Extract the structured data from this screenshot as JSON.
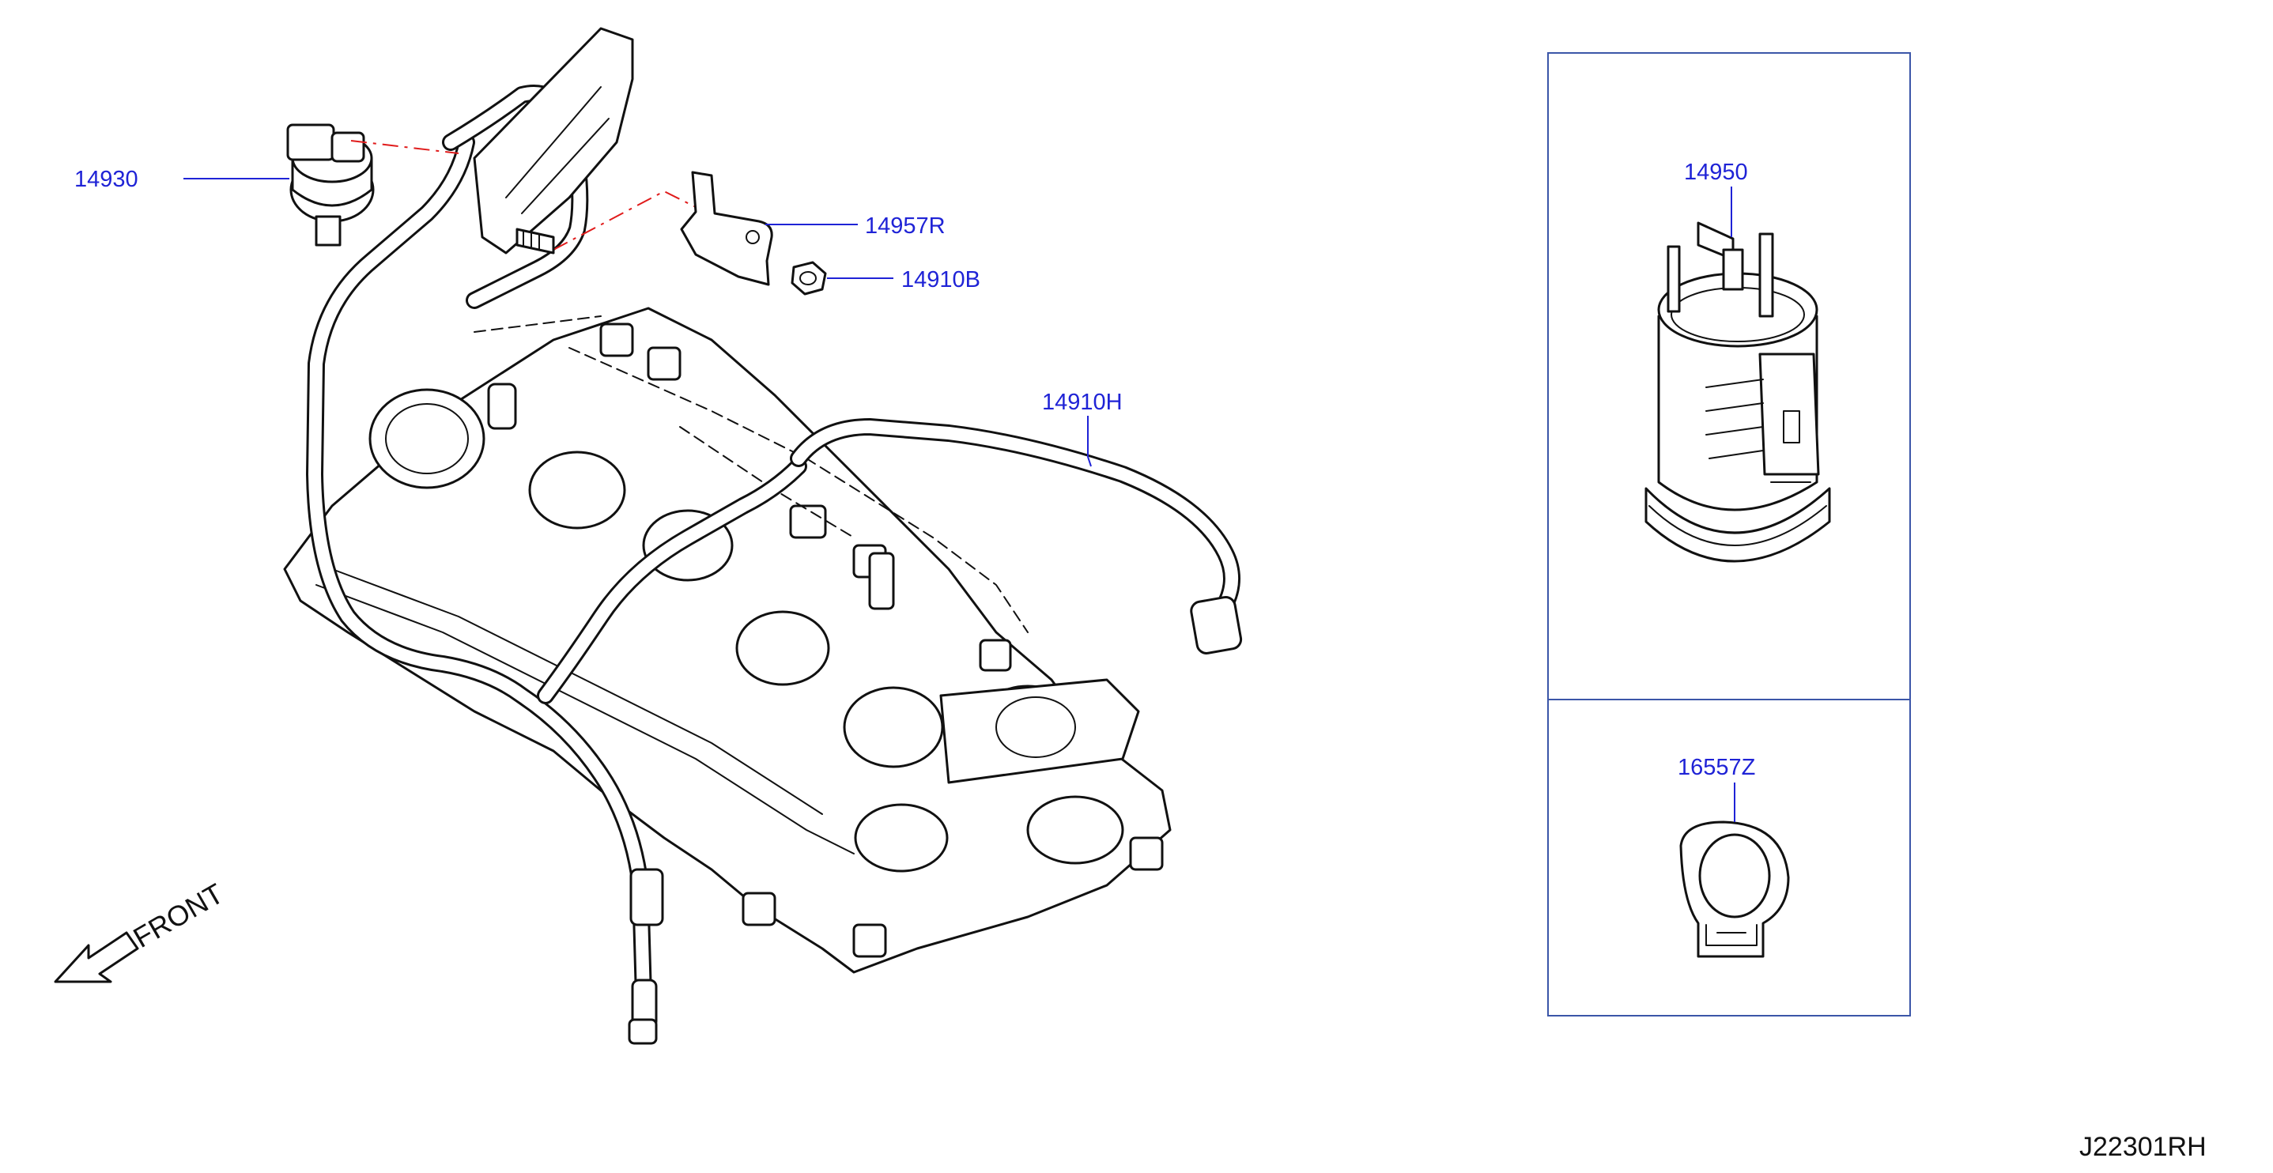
{
  "callouts": {
    "c14930": "14930",
    "c14957R": "14957R",
    "c14910B": "14910B",
    "c14910H": "14910H",
    "c14950": "14950",
    "c16557Z": "16557Z"
  },
  "front_label": "FRONT",
  "diagram_code": "J22301RH",
  "colors": {
    "callout_text": "#1f23d6",
    "leader_line": "#1f23d6",
    "guide_line": "#e01b1b",
    "panel_border": "#3b56a8",
    "drawing": "#111111"
  }
}
